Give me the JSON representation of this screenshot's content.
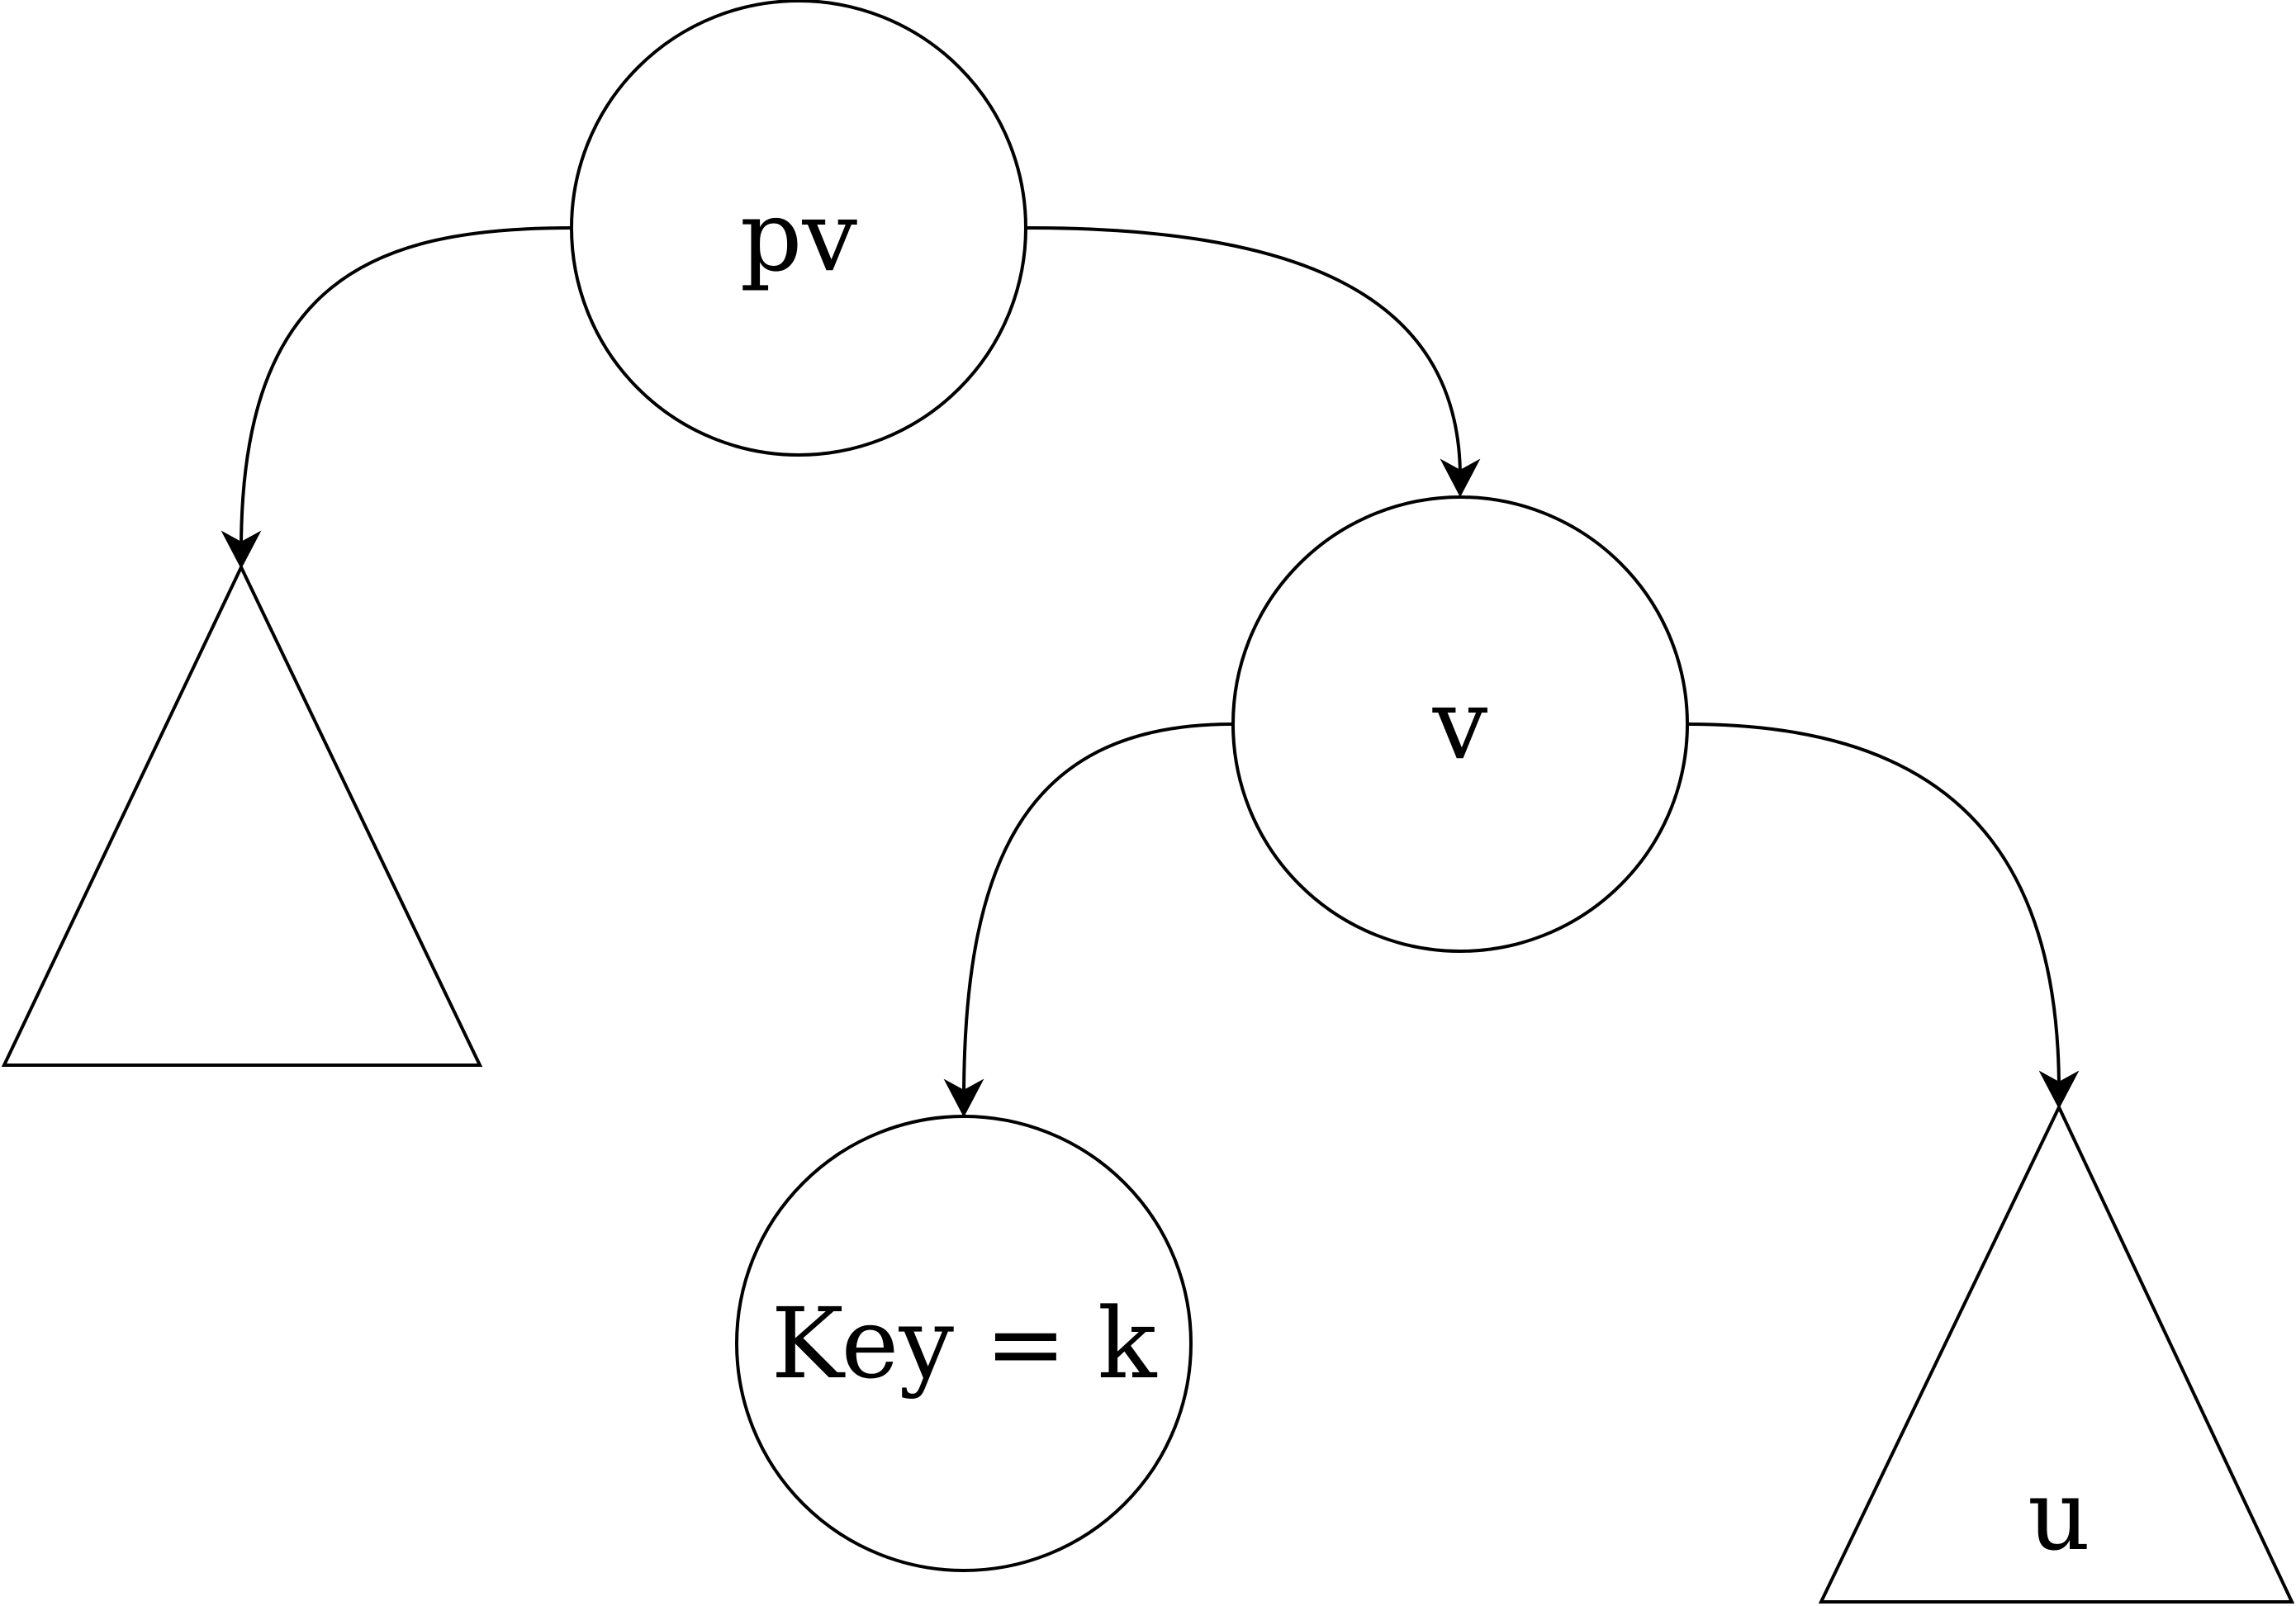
{
  "nodes": {
    "pv": {
      "label": "pv",
      "shape": "circle"
    },
    "v": {
      "label": "v",
      "shape": "circle"
    },
    "key_node": {
      "label": "Key = k",
      "shape": "circle"
    },
    "left_subtree": {
      "label": "",
      "shape": "triangle"
    },
    "u_subtree": {
      "label": "u",
      "shape": "triangle"
    }
  },
  "edges": [
    {
      "from": "pv",
      "to": "left_subtree"
    },
    {
      "from": "pv",
      "to": "v"
    },
    {
      "from": "v",
      "to": "key_node"
    },
    {
      "from": "v",
      "to": "u_subtree"
    }
  ],
  "colors": {
    "stroke": "#000000",
    "background": "#ffffff"
  }
}
